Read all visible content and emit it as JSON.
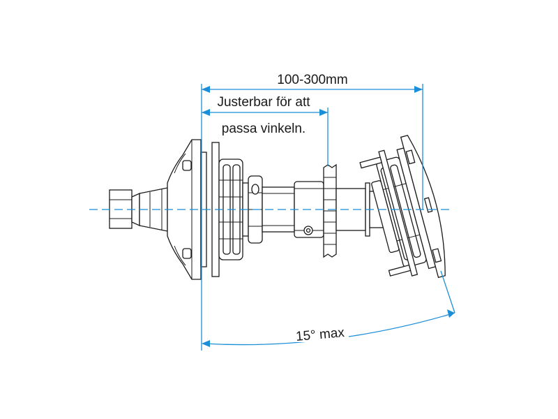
{
  "labels": {
    "overall_length": "100-300mm",
    "adjustable_line1": "Justerbar för att",
    "adjustable_line2": "passa vinkeln.",
    "angle": "15° max"
  },
  "colors": {
    "dimension": "#1a8fd8",
    "outline": "#1a1a1a",
    "background": "#ffffff"
  }
}
